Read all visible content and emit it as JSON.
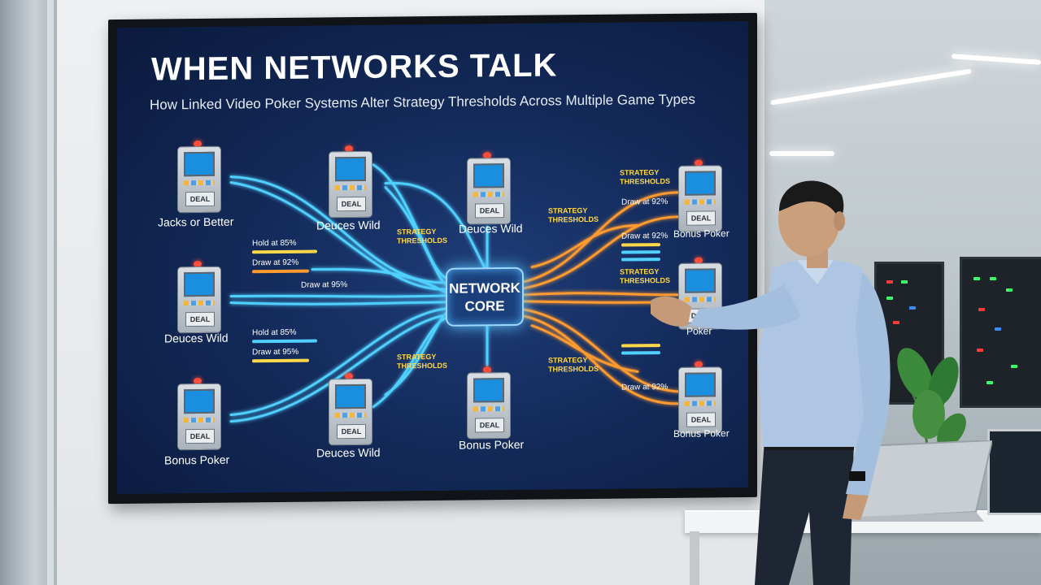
{
  "screen": {
    "title": "WHEN NETWORKS TALK",
    "subtitle": "How Linked Video Poker Systems Alter Strategy Thresholds Across Multiple Game Types",
    "core_line1": "NETWORK",
    "core_line2": "CORE",
    "deal_label": "DEAL",
    "machines_left": [
      {
        "label": "Jacks or Better"
      },
      {
        "label": "Deuces Wild"
      },
      {
        "label": "Bonus Poker"
      }
    ],
    "machines_center": [
      {
        "label": "Deuces Wild"
      },
      {
        "label": "Deuces Wild"
      },
      {
        "label": "Deuces Wild"
      },
      {
        "label": "Bonus Poker"
      }
    ],
    "machines_right": [
      {
        "label": "Bonus Poker"
      },
      {
        "label": "Poker"
      },
      {
        "label": "Bonus Poker"
      }
    ],
    "notes_left": {
      "hold1": "Hold at 85%",
      "draw1": "Draw at 92%",
      "draw_mid": "Draw at 95%",
      "hold2": "Hold at 85%",
      "draw2": "Draw at 95%"
    },
    "notes_right": {
      "draw1": "Draw at 92%",
      "draw2": "Draw at 92%",
      "draw3": "Draw at 92%"
    },
    "thresholds_line1": "STRATEGY",
    "thresholds_line2": "THRESHOLDS",
    "colors": {
      "cyan_line": "#4fd0ff",
      "orange_line": "#ff9a2e",
      "screen_bg": "#132a5a",
      "label_yellow": "#ffd84a"
    }
  }
}
